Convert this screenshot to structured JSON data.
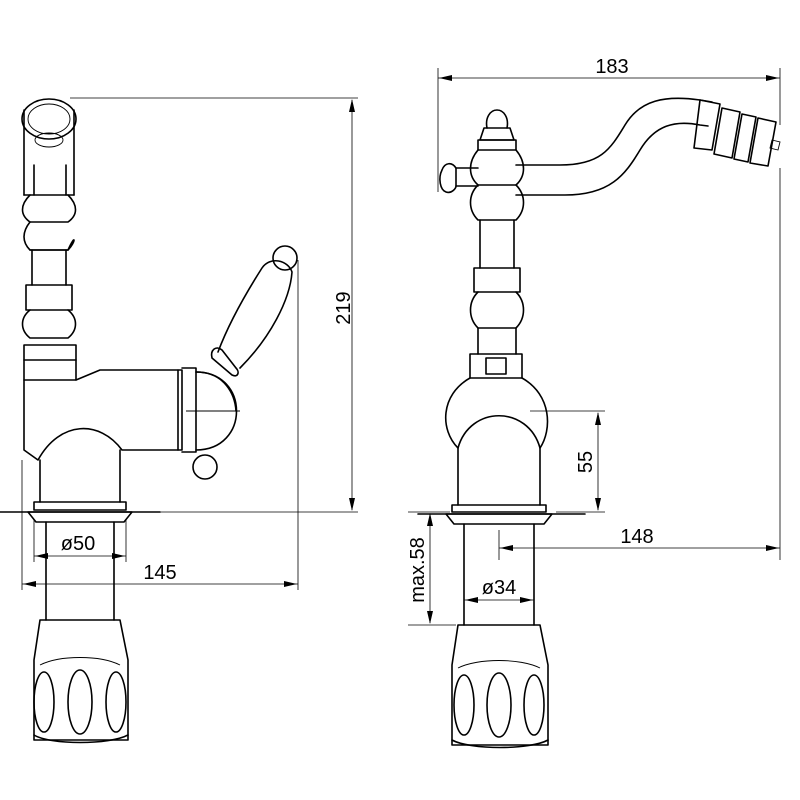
{
  "dimensions": {
    "overall_height": "219",
    "outlet_reach": "183",
    "mount_diameter": "ø50",
    "base_to_handle_width": "145",
    "body_height_above_deck": "55",
    "spout_projection": "148",
    "max_deck_thickness": "max.58",
    "shank_diameter": "ø34"
  }
}
